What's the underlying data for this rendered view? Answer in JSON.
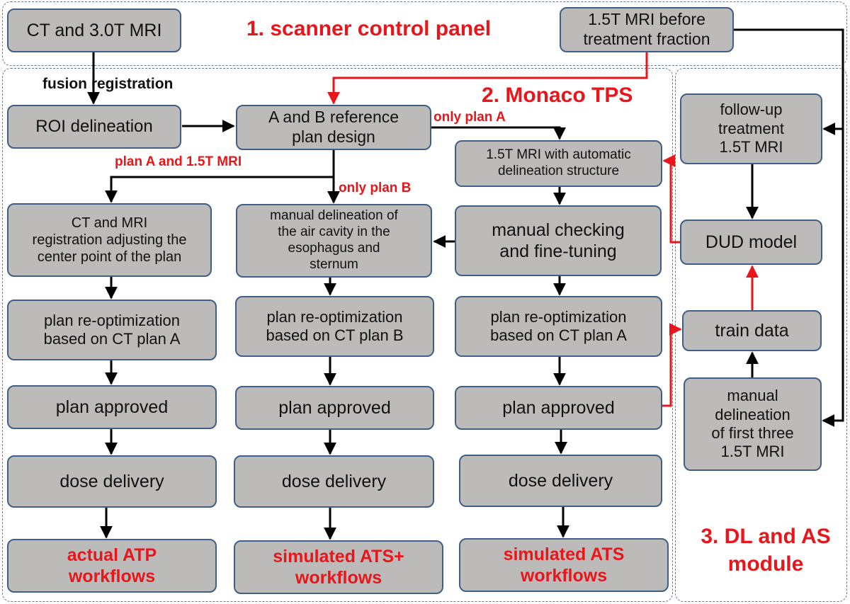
{
  "colors": {
    "red": "#e8161b",
    "box_fill": "#bdbaba",
    "box_border": "#3f5f86",
    "arrow": "#000000"
  },
  "regions": {
    "scanner": "1. scanner control panel",
    "monaco": "2. Monaco TPS",
    "dl": "3. DL and AS\nmodule"
  },
  "labels": {
    "fusion": "fusion registration",
    "only_plan_a": "only plan A",
    "plan_a_and_mri": "plan A and 1.5T MRI",
    "only_plan_b": "only plan B"
  },
  "boxes": {
    "ct_mri": "CT and 3.0T MRI",
    "mri_before": "1.5T MRI before\ntreatment fraction",
    "roi": "ROI delineation",
    "ref_plan": "A and B reference\nplan design",
    "mri_auto": "1.5T MRI with automatic\ndelineation structure",
    "ct_mri_reg": "CT and MRI\nregistration adjusting the\ncenter point of the plan",
    "manual_air": "manual delineation of\nthe air cavity in the\nesophagus and\nsternum",
    "manual_check": "manual checking\nand fine-tuning",
    "reopt_a1": "plan re-optimization\nbased on CT plan A",
    "reopt_b": "plan re-optimization\nbased on CT plan B",
    "reopt_a2": "plan re-optimization\nbased on CT plan A",
    "approved1": "plan approved",
    "approved2": "plan approved",
    "approved3": "plan approved",
    "dose1": "dose delivery",
    "dose2": "dose delivery",
    "dose3": "dose delivery",
    "out_atp": "actual ATP\nworkflows",
    "out_ats_plus": "simulated ATS+\nworkflows",
    "out_ats": "simulated ATS\nworkflows",
    "followup": "follow-up\ntreatment\n1.5T MRI",
    "dud": "DUD model",
    "train": "train data",
    "manual_first3": "manual\ndelineation\nof first three\n1.5T MRI"
  }
}
